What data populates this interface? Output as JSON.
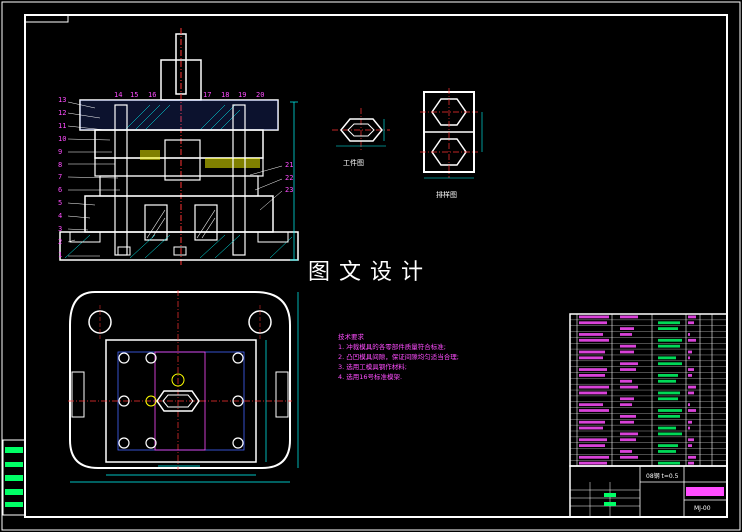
{
  "watermark": "图文设计",
  "section_view": {
    "callouts_left": [
      "13",
      "12",
      "11",
      "10",
      "9",
      "8",
      "7",
      "6",
      "5",
      "4",
      "3",
      "2",
      "1"
    ],
    "callouts_top": [
      "14",
      "15",
      "16",
      "17",
      "18",
      "19",
      "20"
    ],
    "callouts_right": [
      "21",
      "22",
      "23"
    ]
  },
  "views": {
    "part_label": "工件图",
    "layout_label": "排样图"
  },
  "notes": {
    "heading": "技术要求",
    "items": [
      "1. 冲裁模具的各零部件质量符合标准;",
      "2. 凸凹模具间隙，保证间隙均匀适当合理;",
      "3. 选用工模具钢作材料;",
      "4. 选用16号标准模架."
    ]
  },
  "title_block": {
    "material": "08钢 t=0.5",
    "drawing_no": "MJ-00"
  },
  "colors": {
    "outline": "#ffffff",
    "dims": "#00ffff",
    "parts": "#ffff00",
    "center": "#ff3333",
    "magenta": "#ff4dff",
    "green": "#00ff66",
    "blue": "#4466ff"
  }
}
